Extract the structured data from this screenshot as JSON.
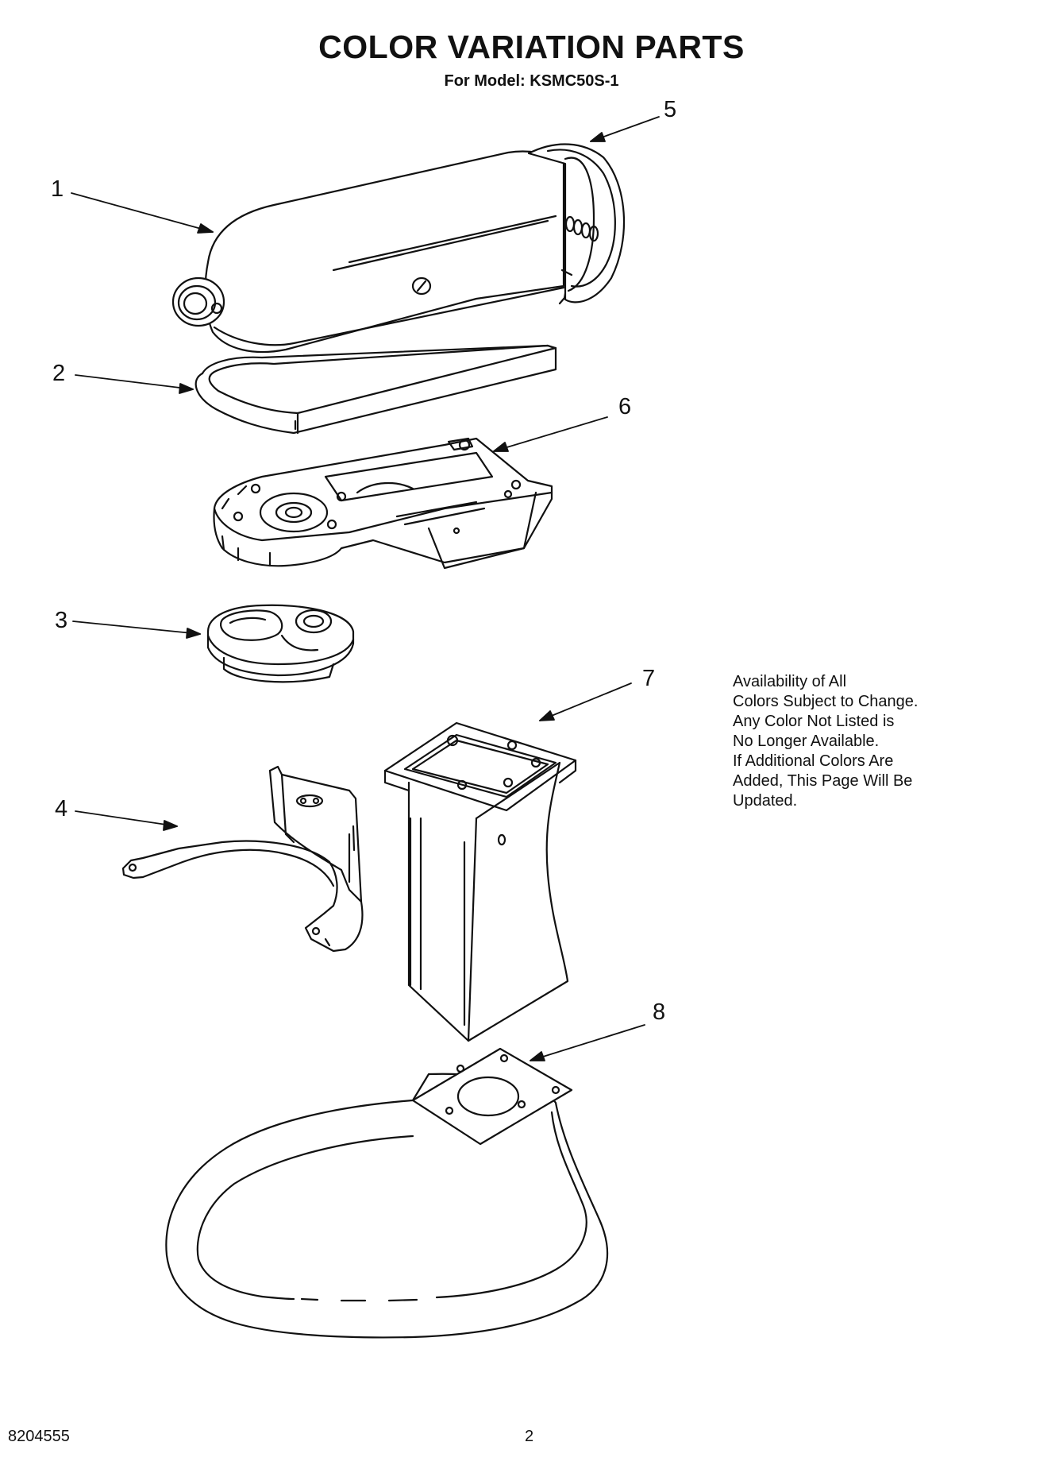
{
  "header": {
    "title": "COLOR VARIATION PARTS",
    "subtitle": "For Model: KSMC50S-1"
  },
  "callouts": [
    "1",
    "2",
    "3",
    "4",
    "5",
    "6",
    "7",
    "8"
  ],
  "parts": [
    {
      "number": "1",
      "icon": "motor-housing-icon"
    },
    {
      "number": "2",
      "icon": "trim-band-icon"
    },
    {
      "number": "3",
      "icon": "planetary-cover-icon"
    },
    {
      "number": "4",
      "icon": "bowl-clamp-bracket-icon"
    },
    {
      "number": "5",
      "icon": "rear-end-cover-icon"
    },
    {
      "number": "6",
      "icon": "gear-case-base-icon"
    },
    {
      "number": "7",
      "icon": "pedestal-column-icon"
    },
    {
      "number": "8",
      "icon": "base-plate-icon"
    }
  ],
  "note": {
    "lines": [
      "Availability of All",
      "Colors Subject to Change.",
      "Any Color Not Listed is",
      "No Longer Available.",
      "If Additional Colors Are",
      "Added, This Page Will Be",
      "Updated."
    ]
  },
  "footer": {
    "doc_number": "8204555",
    "page_number": "2"
  },
  "colors": {
    "ink": "#111111",
    "background": "#ffffff"
  }
}
